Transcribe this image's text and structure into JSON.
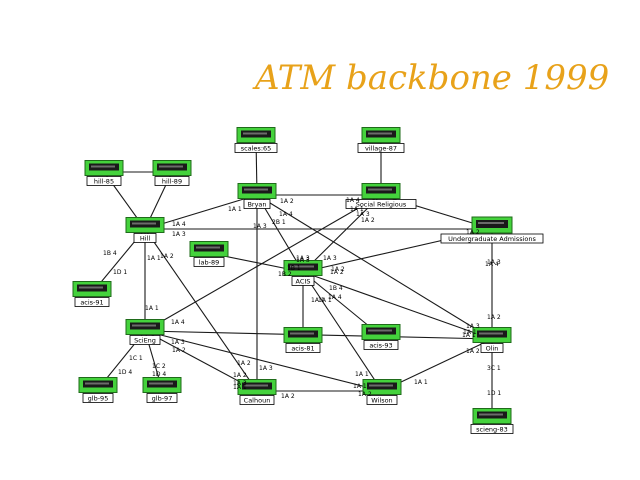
{
  "title": "ATM backbone 1999",
  "nodes": [
    {
      "id": "scales",
      "label": "scales:65"
    },
    {
      "id": "village",
      "label": "village-87"
    },
    {
      "id": "hill85",
      "label": "hill-85"
    },
    {
      "id": "hill89",
      "label": "hill-89"
    },
    {
      "id": "bryan",
      "label": "Bryan"
    },
    {
      "id": "socrel",
      "label": "Social Religious"
    },
    {
      "id": "hill",
      "label": "Hill"
    },
    {
      "id": "ugad",
      "label": "Undergraduate Admissions"
    },
    {
      "id": "lab89",
      "label": "lab-89"
    },
    {
      "id": "acis",
      "label": "ACIS"
    },
    {
      "id": "acis91",
      "label": "acis-91"
    },
    {
      "id": "acis81",
      "label": "acis-81"
    },
    {
      "id": "acis93",
      "label": "acis-93"
    },
    {
      "id": "scieng",
      "label": "SciEng"
    },
    {
      "id": "olin",
      "label": "Olin"
    },
    {
      "id": "glb95",
      "label": "glb-95"
    },
    {
      "id": "glb97",
      "label": "glb-97"
    },
    {
      "id": "calhoun",
      "label": "Calhoun"
    },
    {
      "id": "wilson",
      "label": "Wilson"
    },
    {
      "id": "scieng83",
      "label": "scieng-83"
    }
  ],
  "links": [
    {
      "a": "hill85",
      "b": "hill"
    },
    {
      "a": "hill89",
      "b": "hill"
    },
    {
      "a": "hill85",
      "b": "hill89"
    },
    {
      "a": "hill",
      "b": "bryan"
    },
    {
      "a": "hill",
      "b": "ugad"
    },
    {
      "a": "hill",
      "b": "acis91"
    },
    {
      "a": "hill",
      "b": "scieng"
    },
    {
      "a": "hill",
      "b": "calhoun"
    },
    {
      "a": "scales",
      "b": "bryan"
    },
    {
      "a": "village",
      "b": "socrel"
    },
    {
      "a": "bryan",
      "b": "socrel"
    },
    {
      "a": "bryan",
      "b": "acis"
    },
    {
      "a": "bryan",
      "b": "calhoun"
    },
    {
      "a": "bryan",
      "b": "olin"
    },
    {
      "a": "socrel",
      "b": "ugad"
    },
    {
      "a": "socrel",
      "b": "scieng"
    },
    {
      "a": "socrel",
      "b": "acis"
    },
    {
      "a": "ugad",
      "b": "acis"
    },
    {
      "a": "ugad",
      "b": "olin"
    },
    {
      "a": "lab89",
      "b": "acis"
    },
    {
      "a": "acis",
      "b": "acis81"
    },
    {
      "a": "acis",
      "b": "acis93"
    },
    {
      "a": "acis",
      "b": "olin"
    },
    {
      "a": "acis",
      "b": "wilson"
    },
    {
      "a": "scieng",
      "b": "glb95"
    },
    {
      "a": "scieng",
      "b": "glb97"
    },
    {
      "a": "scieng",
      "b": "calhoun"
    },
    {
      "a": "scieng",
      "b": "wilson"
    },
    {
      "a": "scieng",
      "b": "olin"
    },
    {
      "a": "calhoun",
      "b": "wilson"
    },
    {
      "a": "wilson",
      "b": "olin"
    },
    {
      "a": "olin",
      "b": "scieng83"
    }
  ],
  "port_labels": [
    "1A 2",
    "1A 1",
    "2B 1",
    "1A 3",
    "1A 4",
    "1A 4",
    "1A 1",
    "1A 2",
    "1A 3",
    "1A 2",
    "1A 4",
    "1A 3",
    "1B 4",
    "1A 1",
    "1A 2",
    "1D 1",
    "1A 3",
    "1B 1",
    "1B 2",
    "1A 3",
    "1A 2",
    "1B 4",
    "1A 1",
    "1A 1",
    "1A 4",
    "1A 3",
    "1A 2",
    "1A 3",
    "1A 2",
    "1A 1",
    "1C 1",
    "1C 2",
    "1D 4",
    "1D 4",
    "1A 2",
    "1A 3",
    "1A 2",
    "1A 3",
    "1A 1",
    "1A 1",
    "1A 2",
    "1A 1",
    "1A 2",
    "1A 1",
    "1A 2",
    "1A 4",
    "1A 3",
    "3C 1",
    "1D 1",
    "1A 4",
    "1A 3",
    "1A 2",
    "1A 1",
    "1A 1"
  ]
}
